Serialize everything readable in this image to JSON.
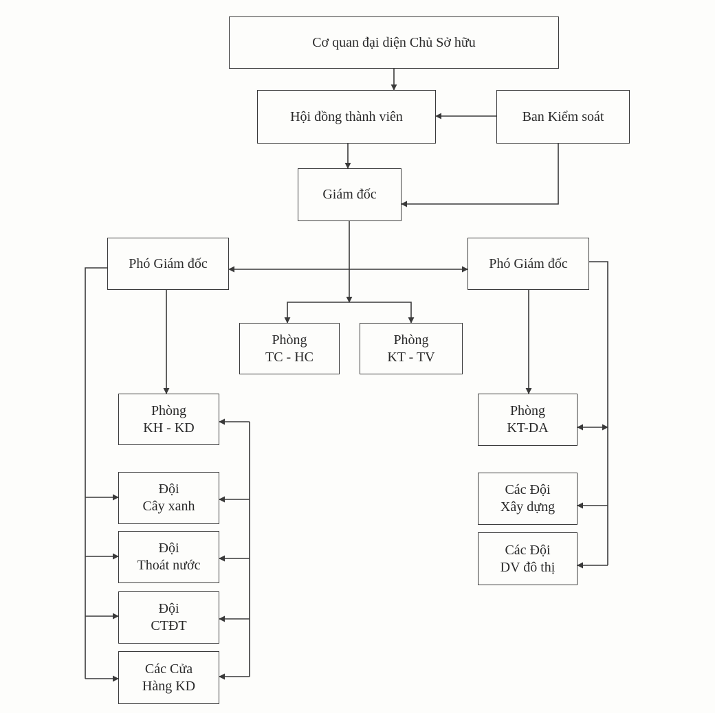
{
  "nodes": {
    "owner_rep": "Cơ quan đại diện Chủ Sở hữu",
    "members_council": "Hội đồng thành viên",
    "supervisory_board": "Ban Kiểm soát",
    "director": "Giám đốc",
    "deputy_left": "Phó Giám đốc",
    "deputy_right": "Phó Giám đốc",
    "dept_tc_hc": [
      "Phòng",
      "TC - HC"
    ],
    "dept_kt_tv": [
      "Phòng",
      "KT - TV"
    ],
    "dept_kh_kd": [
      "Phòng",
      "KH - KD"
    ],
    "team_cay_xanh": [
      "Đội",
      "Cây xanh"
    ],
    "team_thoat_nuoc": [
      "Đội",
      "Thoát nước"
    ],
    "team_ctdt": [
      "Đội",
      "CTĐT"
    ],
    "stores_kd": [
      "Các Cửa",
      "Hàng KD"
    ],
    "dept_kt_da": [
      "Phòng",
      "KT-DA"
    ],
    "teams_xay_dung": [
      "Các Đội",
      "Xây dựng"
    ],
    "teams_dv_do_thi": [
      "Các Đội",
      "DV đô thị"
    ]
  },
  "colors": {
    "line": "#3a3a3a",
    "background": "#fdfdfb"
  }
}
